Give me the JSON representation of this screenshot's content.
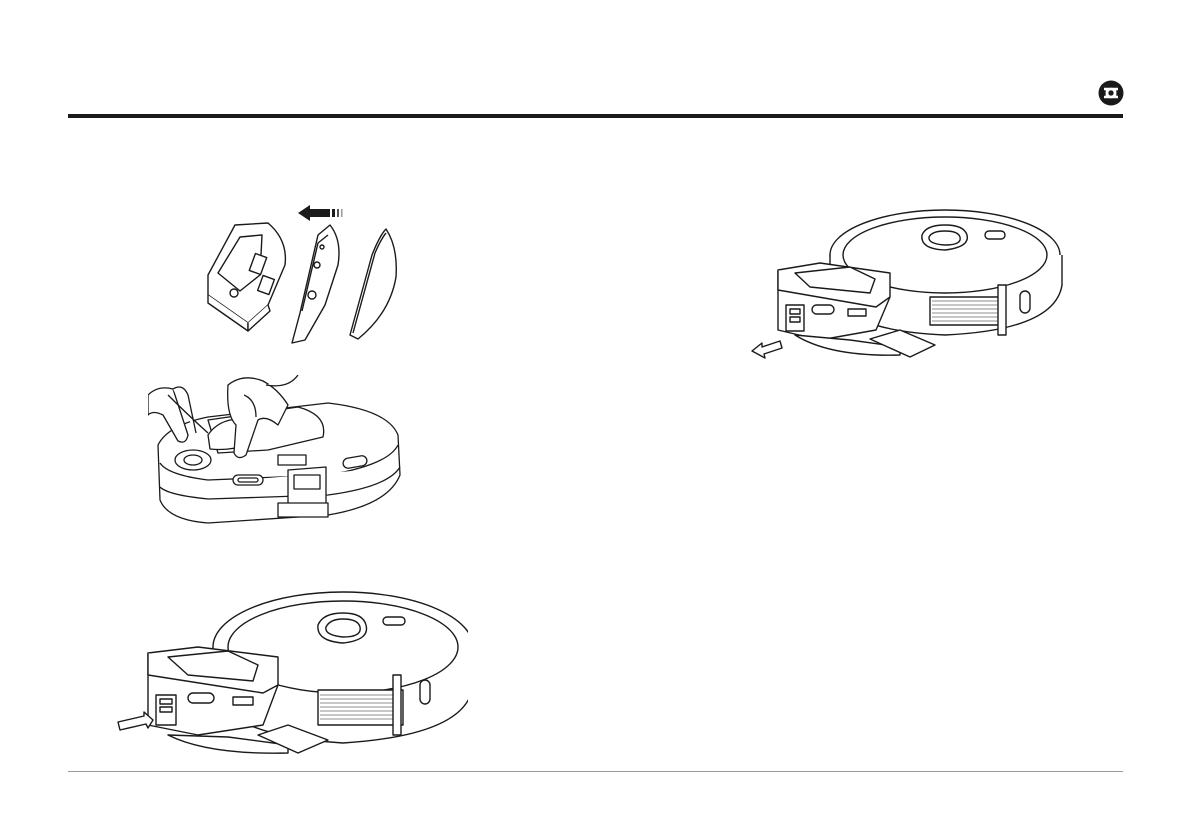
{
  "header": {
    "logo": {
      "icon": "brand-logo-icon"
    }
  },
  "illustrations": [
    {
      "name": "mop-module-exploded-illustration",
      "icon": "direction-arrow-left-icon"
    },
    {
      "name": "water-tank-hands-illustration"
    },
    {
      "name": "insert-tank-illustration",
      "icon": "direction-arrow-right-icon"
    },
    {
      "name": "remove-tank-illustration",
      "icon": "direction-arrow-left-icon"
    }
  ],
  "colors": {
    "ink": "#1a1a1a",
    "rule": "#9a9a9a",
    "background": "#ffffff"
  }
}
